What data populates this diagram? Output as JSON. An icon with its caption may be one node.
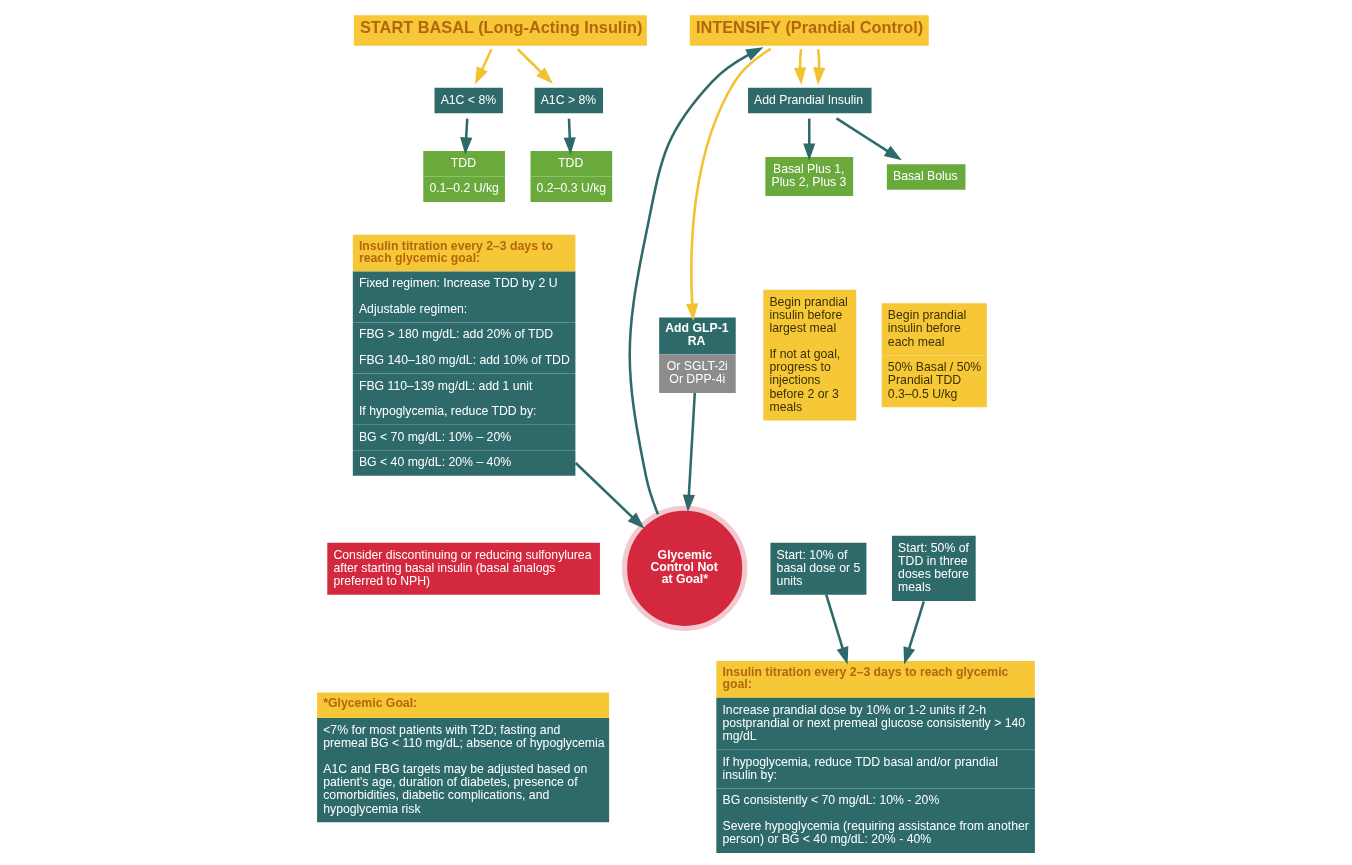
{
  "diagram": {
    "nodes": [
      {
        "text": [
          "START BASAL (Long-Acting Insulin)"
        ]
      },
      {
        "text": [
          "A1C < 8%"
        ]
      },
      {
        "text": [
          "TDD",
          "0.1–0.2 U/kg"
        ]
      },
      {
        "text": [
          "A1C > 8%"
        ]
      },
      {
        "text": [
          "TDD",
          "0.2–0.3 U/kg"
        ]
      },
      {
        "text": [
          "Insulin titration every 2–3 days to reach glycemic goal:",
          "Fixed regimen: Increase TDD by 2 U",
          "Adjustable regimen:",
          "FBG > 180 mg/dL: add 20% of TDD",
          "FBG 140–180 mg/dL: add 10% of TDD",
          "FBG 110–139 mg/dL: add 1 unit",
          "If hypoglycemia, reduce TDD by:",
          "BG < 70 mg/dL: 10% – 20%",
          "BG < 40 mg/dL: 20% – 40%"
        ]
      },
      {
        "text": [
          "Consider discontinuing or reducing sulfonylurea after starting basal insulin (basal analogs preferred to NPH)"
        ]
      },
      {
        "text": [
          "*Glycemic Goal:",
          "<7% for most patients with T2D; fasting and premeal BG < 110 mg/dL; absence of hypoglycemia",
          "A1C and FBG targets may be adjusted based on patient's age, duration of diabetes, presence of comorbidities, diabetic complications, and hypoglycemia risk"
        ]
      },
      {
        "text": [
          "Glycemic Control Not at Goal*"
        ]
      },
      {
        "text": [
          "INTENSIFY (Prandial Control)"
        ]
      },
      {
        "text": [
          "Add GLP-1 RA",
          "Or SGLT-2i Or DPP-4i"
        ]
      },
      {
        "text": [
          "Add Prandial Insulin"
        ]
      },
      {
        "text": [
          "Basal Plus 1, Plus 2, Plus 3"
        ]
      },
      {
        "text": [
          "Begin prandial insulin before largest meal",
          "If not at goal, progress to injections before 2 or 3 meals"
        ]
      },
      {
        "text": [
          "Start: 10% of basal dose or 5 units"
        ]
      },
      {
        "text": [
          "Basal Bolus"
        ]
      },
      {
        "text": [
          "Begin prandial insulin before each meal",
          "50% Basal / 50% Prandial TDD 0.3–0.5 U/kg"
        ]
      },
      {
        "text": [
          "Start: 50% of TDD in three doses before meals"
        ]
      },
      {
        "text": [
          "Insulin titration every 2–3 days to reach glycemic goal:",
          "Increase prandial dose by 10% or 1-2 units if 2-h postprandial or next premeal glucose consistently > 140 mg/dL",
          "If hypoglycemia, reduce TDD basal and/or prandial insulin by:",
          "BG consistently < 70 mg/dL: 10% - 20%",
          "Severe hypoglycemia (requiring assistance from another person) or BG < 40 mg/dL: 20% - 40%"
        ]
      }
    ],
    "edges": [
      {
        "from": 0,
        "to": 1,
        "arrow": "to",
        "color": "#f2c230"
      },
      {
        "from": 0,
        "to": 3,
        "arrow": "to",
        "color": "#f2c230"
      },
      {
        "from": 1,
        "to": 2,
        "arrow": "to"
      },
      {
        "from": 3,
        "to": 4,
        "arrow": "to"
      },
      {
        "from": 5,
        "to": 8,
        "arrow": "to"
      },
      {
        "from": 10,
        "to": 8,
        "arrow": "to"
      },
      {
        "from": 8,
        "to": 9,
        "arrow": "to"
      },
      {
        "from": 9,
        "to": 10,
        "arrow": "to",
        "color": "#f2c230"
      },
      {
        "from": 9,
        "to": 11,
        "arrow": "to",
        "color": "#f2c230"
      },
      {
        "from": 9,
        "to": 11,
        "arrow": "to",
        "color": "#f2c230"
      },
      {
        "from": 11,
        "to": 12,
        "arrow": "to"
      },
      {
        "from": 11,
        "to": 15,
        "arrow": "to"
      },
      {
        "from": 14,
        "to": 18,
        "arrow": "to"
      },
      {
        "from": 17,
        "to": 18,
        "arrow": "to"
      }
    ]
  }
}
